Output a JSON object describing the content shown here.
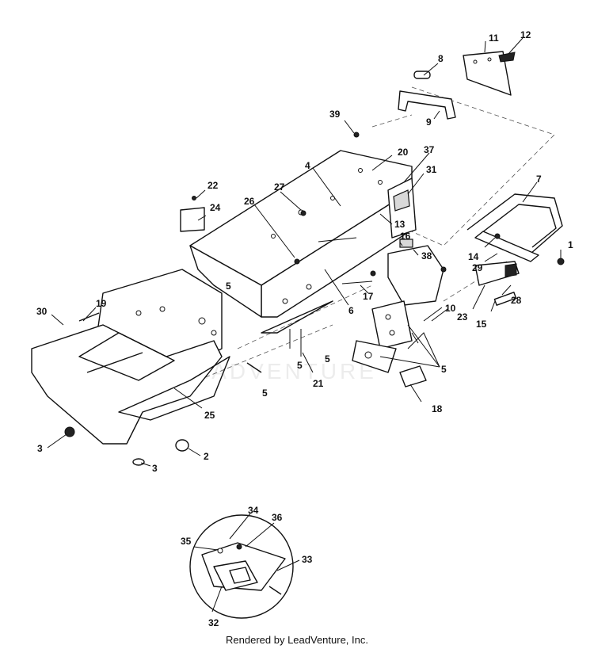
{
  "footer_text": "Rendered by LeadVenture, Inc.",
  "watermark_text": "LEADVENTURE",
  "callouts": {
    "c1": "1",
    "c2": "2",
    "c3a": "3",
    "c3b": "3",
    "c4": "4",
    "c5a": "5",
    "c5b": "5",
    "c5c": "5",
    "c5d": "5",
    "c5e": "5",
    "c6": "6",
    "c7": "7",
    "c8": "8",
    "c9": "9",
    "c10": "10",
    "c11": "11",
    "c12": "12",
    "c13": "13",
    "c14": "14",
    "c15": "15",
    "c16": "16",
    "c17": "17",
    "c18": "18",
    "c19": "19",
    "c20": "20",
    "c21": "21",
    "c22": "22",
    "c23": "23",
    "c24": "24",
    "c25": "25",
    "c26": "26",
    "c27": "27",
    "c28": "28",
    "c29": "29",
    "c30": "30",
    "c31": "31",
    "c32": "32",
    "c33": "33",
    "c34": "34",
    "c35": "35",
    "c36": "36",
    "c37": "37",
    "c38": "38",
    "c39": "39"
  }
}
